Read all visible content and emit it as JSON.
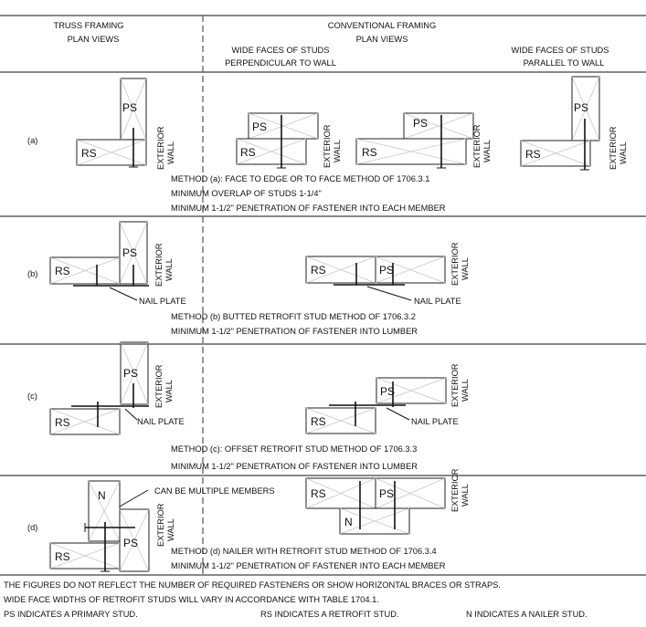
{
  "headers": {
    "truss": [
      "TRUSS FRAMING",
      "PLAN VIEWS"
    ],
    "conventional": [
      "CONVENTIONAL FRAMING",
      "PLAN VIEWS"
    ],
    "perpendicular": [
      "WIDE FACES OF STUDS",
      "PERPENDICULAR TO WALL"
    ],
    "parallel": [
      "WIDE FACES OF STUDS",
      "PARALLEL TO WALL"
    ]
  },
  "labels": {
    "ps": "PS",
    "rs": "RS",
    "n": "N",
    "exterior": "EXTERIOR",
    "wall": "WALL",
    "nail_plate": "NAIL PLATE",
    "multiple_members": "CAN BE MULTIPLE MEMBERS"
  },
  "rows": [
    {
      "letter": "(a)",
      "notes": [
        "METHOD (a): FACE TO EDGE OR TO FACE METHOD OF 1706.3.1",
        "MINIMUM OVERLAP OF STUDS 1-1/4\"",
        "MINIMUM 1-1/2\" PENETRATION OF FASTENER INTO EACH MEMBER"
      ]
    },
    {
      "letter": "(b)",
      "notes": [
        "METHOD (b) BUTTED RETROFIT STUD METHOD OF 1706.3.2",
        "MINIMUM 1-1/2\" PENETRATION OF FASTENER INTO LUMBER"
      ]
    },
    {
      "letter": "(c)",
      "notes": [
        "METHOD (c): OFFSET RETROFIT STUD METHOD OF 1706.3.3",
        "MINIMUM 1-1/2\" PENETRATION OF FASTENER INTO LUMBER"
      ]
    },
    {
      "letter": "(d)",
      "notes": [
        "METHOD (d) NAILER WITH RETROFIT STUD METHOD OF 1706.3.4",
        "MINIMUM 1-1/2\" PENETRATION OF FASTENER INTO EACH MEMBER"
      ]
    }
  ],
  "footer": {
    "line1": "THE FIGURES DO NOT REFLECT THE NUMBER OF REQUIRED FASTENERS OR SHOW HORIZONTAL BRACES OR STRAPS.",
    "line2": "WIDE FACE WIDTHS OF RETROFIT STUDS WILL VARY IN ACCORDANCE WITH TABLE 1704.1.",
    "ps_def": "PS INDICATES  A PRIMARY STUD.",
    "rs_def": "RS INDICATES A RETROFIT STUD.",
    "n_def": "N INDICATES A NAILER STUD."
  }
}
